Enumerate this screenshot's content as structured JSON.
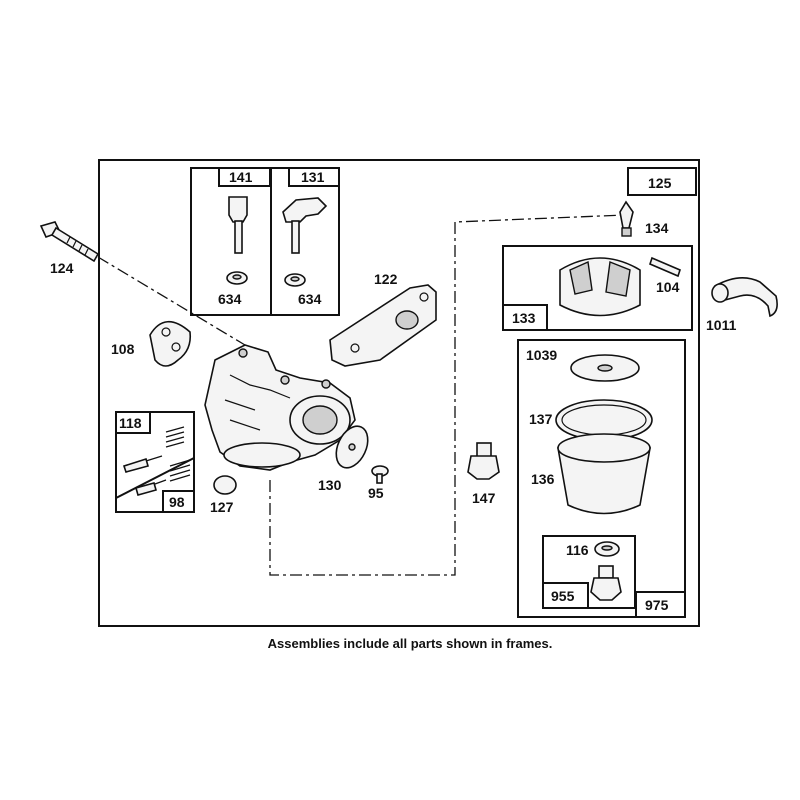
{
  "caption": "Assemblies include all parts shown in frames.",
  "labels": {
    "p124": "124",
    "p108": "108",
    "p141": "141",
    "p131": "131",
    "p634a": "634",
    "p634b": "634",
    "p122": "122",
    "p125": "125",
    "p134": "134",
    "p104": "104",
    "p133": "133",
    "p1011": "1011",
    "p1039": "1039",
    "p137": "137",
    "p136": "136",
    "p116": "116",
    "p955": "955",
    "p975": "975",
    "p118": "118",
    "p98": "98",
    "p127": "127",
    "p130": "130",
    "p95": "95",
    "p147": "147"
  }
}
